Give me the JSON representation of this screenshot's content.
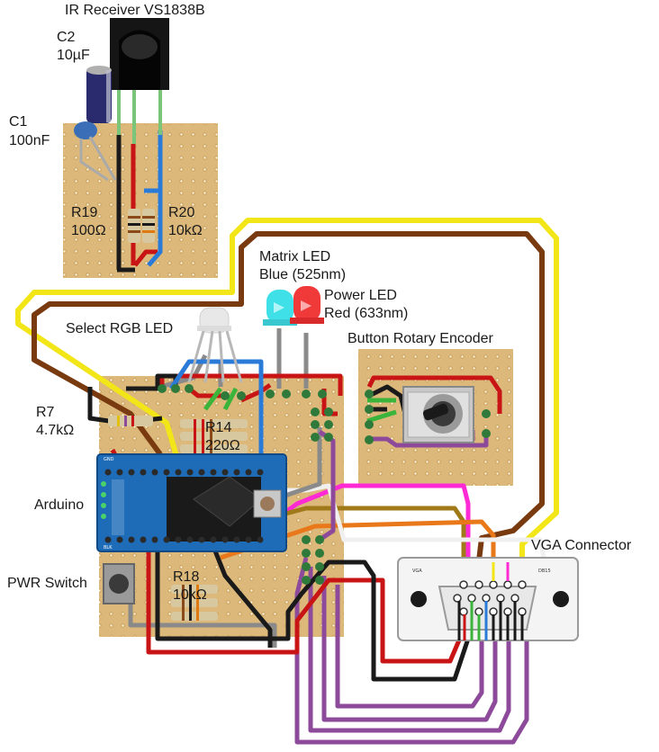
{
  "labels": {
    "ir_receiver": "IR Receiver VS1838B",
    "c2_name": "C2",
    "c2_value": "10µF",
    "c1_name": "C1",
    "c1_value": "100nF",
    "r19_name": "R19",
    "r19_value": "100Ω",
    "r20_name": "R20",
    "r20_value": "10kΩ",
    "matrix_led_1": "Matrix LED",
    "matrix_led_2": "Blue (525nm)",
    "power_led_1": "Power LED",
    "power_led_2": "Red (633nm)",
    "rgb_led": "Select RGB LED",
    "rotary": "Button Rotary Encoder",
    "r7_name": "R7",
    "r7_value": "4.7kΩ",
    "r14_name": "R14",
    "r14_value": "220Ω",
    "arduino": "Arduino",
    "pwr_switch": "PWR Switch",
    "r18_name": "R18",
    "r18_value": "10kΩ",
    "vga": "VGA Connector"
  },
  "colors": {
    "perfboard": "#dcb87a",
    "wire_red": "#c81414",
    "wire_black": "#1a1a1a",
    "wire_yellow": "#f2e619",
    "wire_brown": "#7a3a10",
    "wire_blue": "#2a7ad8",
    "wire_purple": "#8e4a9a",
    "wire_magenta": "#ff2ad4",
    "wire_orange": "#e8781a",
    "wire_olive": "#a07a18",
    "wire_grey": "#8a8a8a",
    "wire_white": "#f0f0f0",
    "wire_green": "#3ab43a",
    "arduino_board": "#1e6cb8",
    "led_blue": "#40e0e8",
    "led_red": "#f03a3a"
  }
}
